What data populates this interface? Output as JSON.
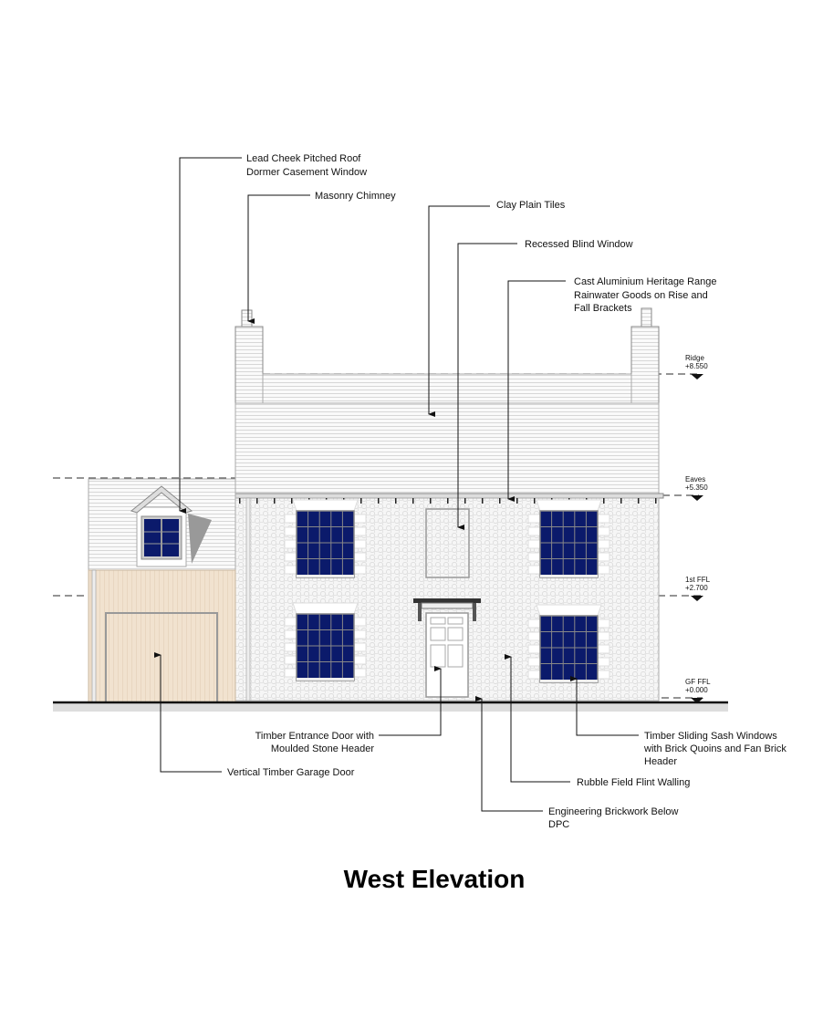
{
  "title": "West Elevation",
  "colors": {
    "glass": "#0b1a6b",
    "timber": "#f1e2cf",
    "wall": "#f4f4f4",
    "line": "#111111"
  },
  "levels": [
    {
      "name": "Ridge",
      "value": "+8.550"
    },
    {
      "name": "Eaves",
      "value": "+5.350"
    },
    {
      "name": "1st FFL",
      "value": "+2.700"
    },
    {
      "name": "GF FFL",
      "value": "+0.000"
    }
  ],
  "annotations": {
    "dormer": [
      "Lead Cheek Pitched Roof",
      "Dormer Casement Window"
    ],
    "chimney": [
      "Masonry Chimney"
    ],
    "tiles": [
      "Clay Plain Tiles"
    ],
    "blind_window": [
      "Recessed Blind Window"
    ],
    "rainwater": [
      "Cast Aluminium Heritage Range",
      "Rainwater Goods on Rise and",
      "Fall Brackets"
    ],
    "entrance_door": [
      "Timber Entrance Door with",
      "Moulded Stone Header"
    ],
    "garage_door": [
      "Vertical Timber Garage Door"
    ],
    "sash_windows": [
      "Timber Sliding Sash Windows",
      "with Brick Quoins and Fan Brick",
      "Header"
    ],
    "flint": [
      "Rubble Field Flint Walling"
    ],
    "brickwork": [
      "Engineering Brickwork Below",
      "DPC"
    ]
  }
}
